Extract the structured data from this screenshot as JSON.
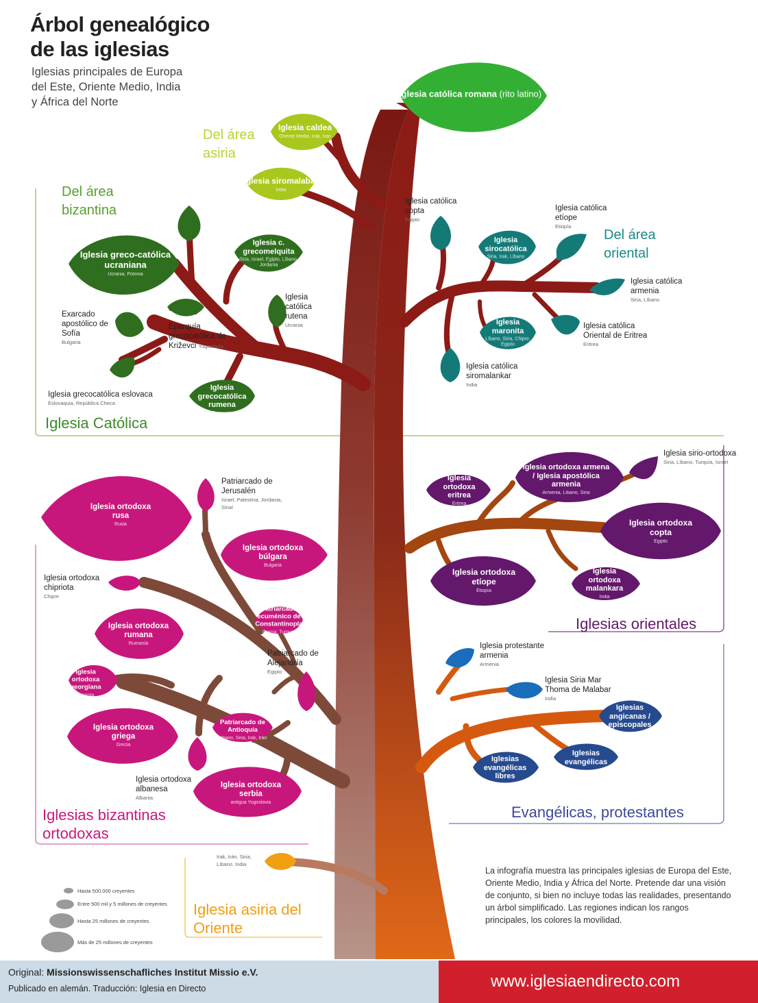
{
  "header": {
    "title_line1": "Árbol genealógico",
    "title_line2": "de las iglesias",
    "subtitle_line1": "Iglesias principales de Europa",
    "subtitle_line2": "del Este, Oriente Medio, India",
    "subtitle_line3": "y África del Norte"
  },
  "colors": {
    "catholic_green": "#2f6e1e",
    "assyrian_area_lime": "#a8c81d",
    "oriental_area_teal": "#147a78",
    "orthodox_magenta": "#c8177c",
    "oriental_orthodox_purple": "#63186b",
    "protestant_blue": "#264a8e",
    "protestant_light_blue": "#1a6dbb",
    "assyrian_orange": "#f0a010",
    "trunk_red": "#8c1a16"
  },
  "sections": {
    "asiria_area": "Del área asiria",
    "bizantina_area": "Del área bizantina",
    "oriental_area": "Del área oriental",
    "catolica": "Iglesia Católica",
    "orientales": "Iglesias orientales",
    "bizantinas": "Iglesias bizantinas ortodoxas",
    "evangelicas": "Evangélicas, protestantes",
    "asiria_oriente": "Iglesia asiria del Oriente"
  },
  "leaves": {
    "romana": {
      "name": "Iglesia católica romana",
      "name_rest": "(rito latino)"
    },
    "caldea": {
      "name": "Iglesia caldea",
      "region": "Oriente Medio, Irak, Irán"
    },
    "siromalabar": {
      "name": "Iglesia siromalabar",
      "region": "India"
    },
    "greco_ucraniana": {
      "name": "Iglesia greco-católica ucraniana",
      "region": "Ucrania, Polonia"
    },
    "melquita": {
      "name": "Iglesia c. grecomelquita",
      "region": "Siria, Israel, Egipto, Líbano, Jordania"
    },
    "rumena_cat": {
      "name": "Iglesia grecocatólica rumena",
      "region": "Rumanía"
    },
    "sirocatolica": {
      "name": "Iglesia sirocatólica",
      "region": "Siria, Irak, Líbano"
    },
    "maronita": {
      "name": "Iglesia maronita",
      "region": "Líbano, Siria, Chipre, Egipto"
    },
    "rusa": {
      "name": "Iglesia ortodoxa rusa",
      "region": "Rusia"
    },
    "bulgara": {
      "name": "Iglesia ortodoxa búlgara",
      "region": "Bulgaria"
    },
    "constantinopla": {
      "name": "Patriarcado ecuménico de Constantinopla",
      "region": "Grecia, Turquía"
    },
    "rumana_ort": {
      "name": "Iglesia ortodoxa rumana",
      "region": "Rumanía"
    },
    "georgiana": {
      "name": "Iglesia ortodoxa georgiana",
      "region": "Georgia"
    },
    "griega": {
      "name": "Iglesia ortodoxa griega",
      "region": "Grecia"
    },
    "antioquia": {
      "name": "Patriarcado de Antioquía",
      "region": "Líbano, Siria, Irak, Irán"
    },
    "serbia": {
      "name": "Iglesia ortodoxa serbia",
      "region": "antigua Yugoslavia"
    },
    "eritrea_ort": {
      "name": "Iglesia ortodoxa eritrea",
      "region": "Eritrea"
    },
    "armena": {
      "name": "Iglesia ortodoxa armena / Iglesia apostólica armenia",
      "region": "Armenia, Líbano, Siria"
    },
    "copta": {
      "name": "Iglesia ortodoxa copta",
      "region": "Egipto"
    },
    "etiope_ort": {
      "name": "Iglesia ortodoxa etíope",
      "region": "Etiopía"
    },
    "malankara": {
      "name": "Iglesia ortodoxa malankara",
      "region": "India"
    },
    "anglicanas": {
      "name": "Iglesias angicanas / episcopales"
    },
    "evangelicas": {
      "name": "Iglesias evangélicas"
    },
    "evangelicas_libres": {
      "name": "Iglesias evangélicas libres"
    }
  },
  "labels": {
    "exarcado": {
      "name": "Exarcado apostólico de Sofía",
      "region": "Bulgaria"
    },
    "eparquia": {
      "name": "Eparquía grecocatólica de Križevci",
      "region": "Yugoslavia"
    },
    "rutena": {
      "name": "Iglesia católica rutena",
      "region": "Ucrania"
    },
    "eslovaca": {
      "name": "Iglesia grecocatólica eslovaca",
      "region": "Eslovaquia, República Checa"
    },
    "copta_cat": {
      "name": "Iglesia católica copta",
      "region": "Egipto"
    },
    "etiope_cat": {
      "name": "Iglesia católica etíope",
      "region": "Etiopía"
    },
    "armenia_cat": {
      "name": "Iglesia católica armenia",
      "region": "Siria, Líbano"
    },
    "eritrea_cat": {
      "name": "Iglesia católica Oriental de Eritrea",
      "region": "Eritrea"
    },
    "siromalankar": {
      "name": "Iglesia católica siromalankar",
      "region": "India"
    },
    "jerusalen": {
      "name": "Patriarcado de Jerusalén",
      "region": "Israel, Palestina, Jordania, Sinaí"
    },
    "chipriota": {
      "name": "Iglesia ortodoxa chipriota",
      "region": "Chipre"
    },
    "alejandria": {
      "name": "Patriarcado de Alejandría",
      "region": "Egipto"
    },
    "albanesa": {
      "name": "Iglesia ortodoxa albanesa",
      "region": "Albania"
    },
    "sirio_ort": {
      "name": "Iglesia sirio-ortodoxa",
      "region": "Siria, Líbano, Turquía, Israel"
    },
    "prot_armenia": {
      "name": "Iglesia protestante armenia",
      "region": "Armenia"
    },
    "mar_thoma": {
      "name": "Iglesia Siria Mar Thoma de Malabar",
      "region": "India"
    },
    "asiria_region": {
      "region": "Irak, Irán, Siria, Líbano, India"
    }
  },
  "legend": [
    "Hasta 500.000 creyentes",
    "Entre 500 mil y 5 millones de creyentes",
    "Hasta 25 millones de creyentes",
    "Más de 25 millones de creyentes"
  ],
  "note": "La infografía muestra las principales iglesias de Europa del Este, Oriente Medio, India y África del Norte. Pretende dar una visión de conjunto, si bien no incluye todas las realidades, presentando un árbol simplificado. Las regiones indican los rangos principales, los colores la movilidad.",
  "footer": {
    "original_prefix": "Original:",
    "original_name": "Missionswissenschafliches Institut Missio e.V.",
    "published": "Publicado en alemán. Traducción: Iglesia en Directo",
    "url": "www.iglesiaendirecto.com"
  }
}
